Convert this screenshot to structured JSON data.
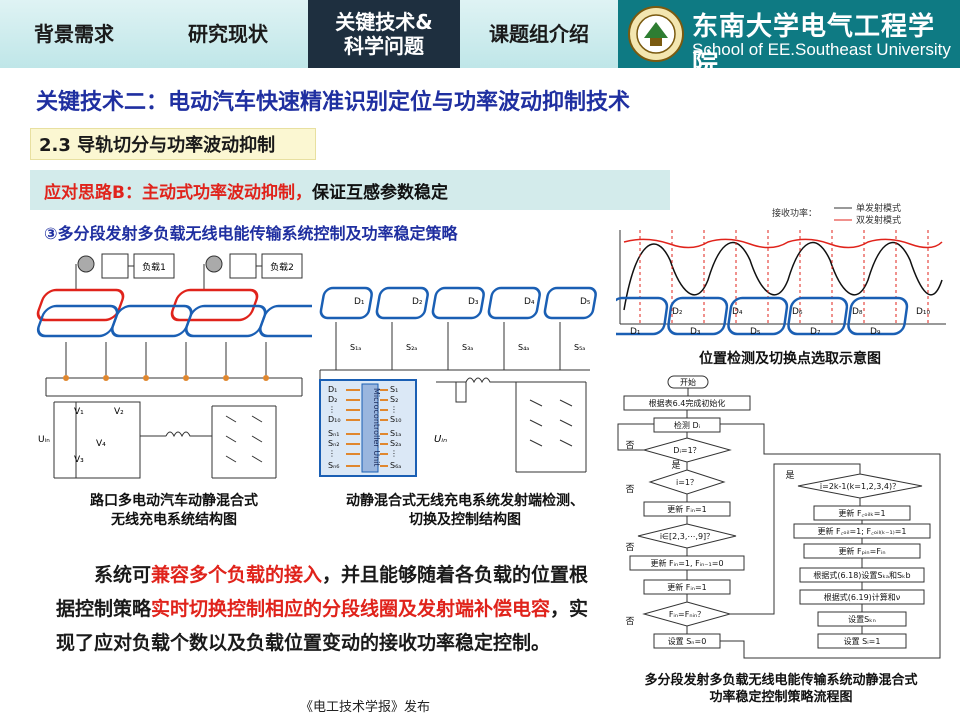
{
  "nav": {
    "tabs": [
      "背景需求",
      "研究现状",
      "关键技术&\n科学问题",
      "课题组介绍"
    ],
    "active_index": 2,
    "school_cn": "东南大学电气工程学院",
    "school_en": "School of EE.Southeast University"
  },
  "heading": "关键技术二：电动汽车快速精准识别定位与功率波动抑制技术",
  "section": "2.3 导轨切分与功率波动抑制",
  "idea": {
    "red": "应对思路B：主动式功率波动抑制，",
    "black": "保证互感参数稳定"
  },
  "strategy": "③多分段发射多负载无线电能传输系统控制及功率稳定策略",
  "diagram1": {
    "load1": "负载1",
    "load2": "负载2",
    "v1": "V₁",
    "v2": "V₂",
    "v3": "V₃",
    "v4": "V₄",
    "uin": "Uᵢₙ",
    "caption": "路口多电动汽车动静混合式\n无线充电系统结构图"
  },
  "diagram2": {
    "d_labels": [
      "D₁",
      "D₂",
      "D₃",
      "D₄",
      "D₅"
    ],
    "s_labels": [
      "S₁ₐ",
      "S₂ₐ",
      "S₃ₐ",
      "S₄ₐ",
      "S₅ₐ"
    ],
    "left_list": [
      "D₁",
      "D₂",
      "⋮",
      "D₁₀",
      "Sₙ₁",
      "Sₙ₂",
      "⋮",
      "Sₙ₆"
    ],
    "right_list": [
      "S₁",
      "S₂",
      "⋮",
      "S₁₀",
      "S₁ₐ",
      "S₂ₐ",
      "⋮",
      "S₆ₐ"
    ],
    "mcu": "Microcontroller Unit",
    "uin": "Uᵢₙ",
    "caption": "动静混合式无线充电系统发射端检测、\n切换及控制结构图"
  },
  "diagram3": {
    "legend_label": "接收功率：",
    "legend_single": "单发射模式",
    "legend_dual": "双发射模式",
    "d_labels": [
      "D₁",
      "D₂",
      "D₃",
      "D₄",
      "D₅",
      "D₆",
      "D₇",
      "D₈",
      "D₉",
      "D₁₀"
    ],
    "caption": "位置检测及切换点选取示意图"
  },
  "flowchart": {
    "start": "开始",
    "init": "根据表6.4完成初始化",
    "detect": "检测 Dᵢ",
    "q_di": "Dᵢ=1？",
    "q_i1": "i=1？",
    "upd_fi1": "更新 Fᵢₙ=1",
    "q_range": "i∈[2,3,⋯,9]？",
    "upd_fi_prev": "更新 Fᵢₙ=1, Fᵢₙ₋₁=0",
    "upd_fi2": "更新 Fᵢₙ=1",
    "q_fi": "Fᵢₙ=Fₙᵢₙ？",
    "set_sn": "设置 Sₙ=0",
    "q_k": "i=2k-1(k=1,2,3,4)？",
    "upd_fcoil": "更新 F꜀ₒᵢₗₖ=1",
    "upd_fcoil2": "更新 F꜀ₒᵢₗ=1; F꜀ₒᵢₗ₍ₖ₋₁₎=1",
    "upd_fpin": "更新 Fₚᵢₙ=Fᵢₙ",
    "calc1": "根据式(6.18)设置Sₖₐ和Sₖb",
    "calc2": "根据式(6.19)计算和ν",
    "set_s": "设置Sₖₙ",
    "set_s1": "设置 Sᵢ=1",
    "no": "否",
    "yes": "是",
    "caption": "多分段发射多负载无线电能传输系统动静混合式\n功率稳定控制策略流程图"
  },
  "paragraph": {
    "p1": "系统可",
    "p2": "兼容多个负载的接入",
    "p3": "，并且能够随着各负载的位置根据控制策略",
    "p4": "实时切换控制相应的分段线圈及发射端补偿电容",
    "p5": "，实现了应对负载个数以及负载位置变动的接收功率稳定控制。"
  },
  "footer": "《电工技术学报》发布",
  "colors": {
    "accent_blue": "#1f2fa0",
    "red": "#e0231b",
    "teal": "#0e7a83",
    "coil_blue": "#1a5fb4",
    "orange": "#e0872e"
  }
}
